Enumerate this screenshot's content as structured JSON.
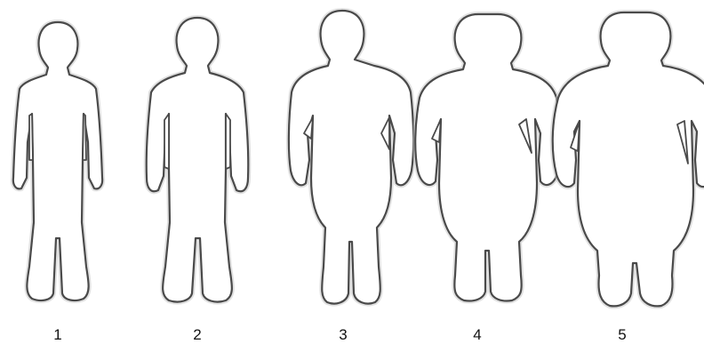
{
  "figures": [
    {
      "label": "1",
      "icon": "slim-body-silhouette-icon"
    },
    {
      "label": "2",
      "icon": "average-body-silhouette-icon"
    },
    {
      "label": "3",
      "icon": "overweight-body-silhouette-icon"
    },
    {
      "label": "4",
      "icon": "obese-body-silhouette-icon"
    },
    {
      "label": "5",
      "icon": "severely-obese-body-silhouette-icon"
    }
  ],
  "colors": {
    "outline": "#4a4a4a",
    "background": "#ffffff",
    "label": "#111111"
  }
}
